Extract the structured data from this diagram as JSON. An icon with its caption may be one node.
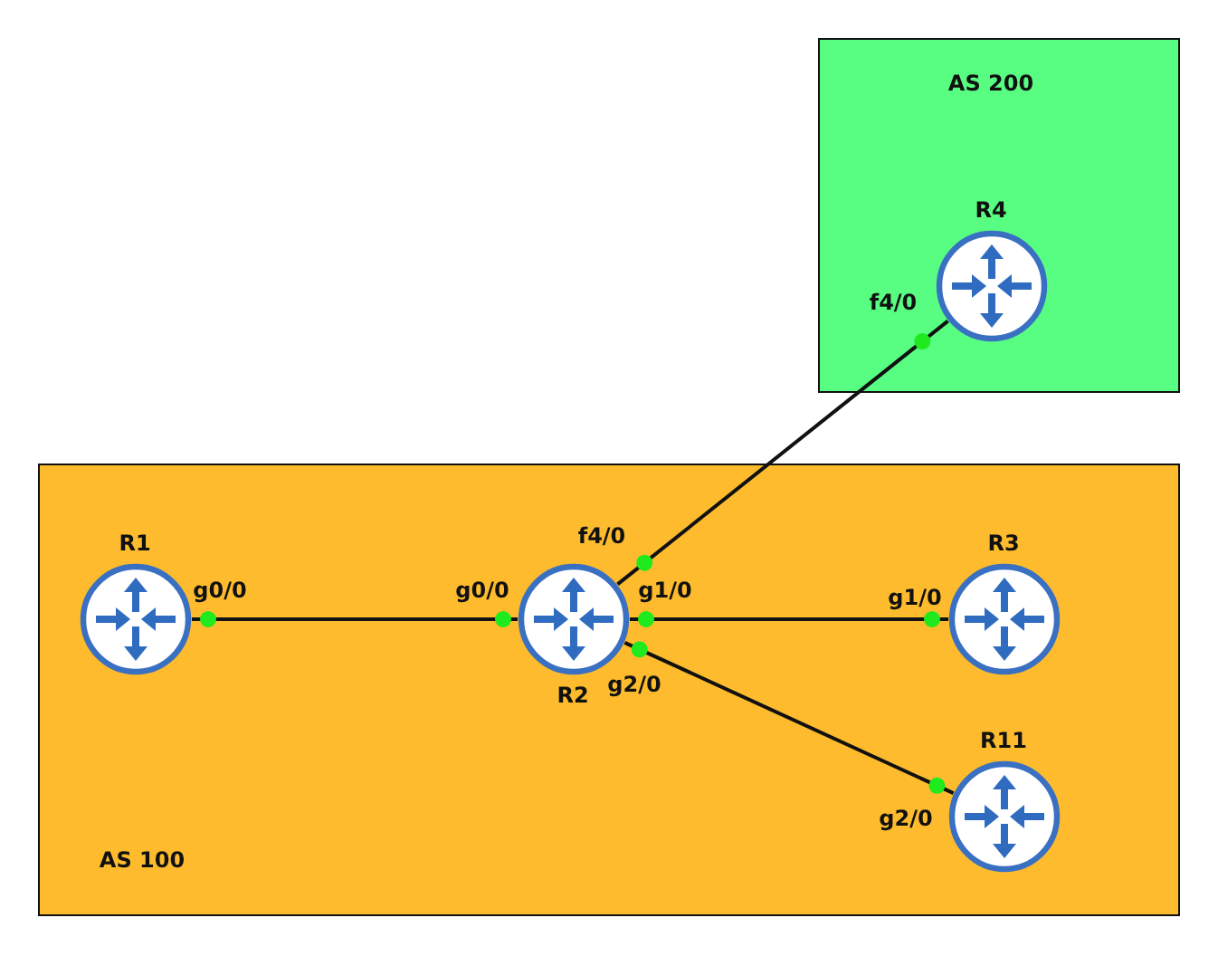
{
  "diagram": {
    "nodes": [
      {
        "text": [
          "AS 200"
        ]
      },
      {
        "text": [
          "R4"
        ],
        "in": 0,
        "beside": [
          "f4/0"
        ]
      },
      {
        "text": [
          "AS 100"
        ]
      },
      {
        "text": [
          "R1"
        ],
        "in": 2,
        "beside": [
          "g0/0"
        ]
      },
      {
        "text": [
          "R2"
        ],
        "in": 2,
        "beside": [
          "f4/0",
          "g0/0",
          "g1/0",
          "g2/0"
        ]
      },
      {
        "text": [
          "R3"
        ],
        "in": 2,
        "beside": [
          "g1/0"
        ]
      },
      {
        "text": [
          "R11"
        ],
        "in": 2,
        "beside": [
          "g2/0"
        ]
      }
    ],
    "edges": [
      {
        "from": 3,
        "to": 4,
        "arrow": "none"
      },
      {
        "from": 4,
        "to": 1,
        "arrow": "none"
      },
      {
        "from": 4,
        "to": 5,
        "arrow": "none"
      },
      {
        "from": 4,
        "to": 6,
        "arrow": "none"
      }
    ]
  }
}
